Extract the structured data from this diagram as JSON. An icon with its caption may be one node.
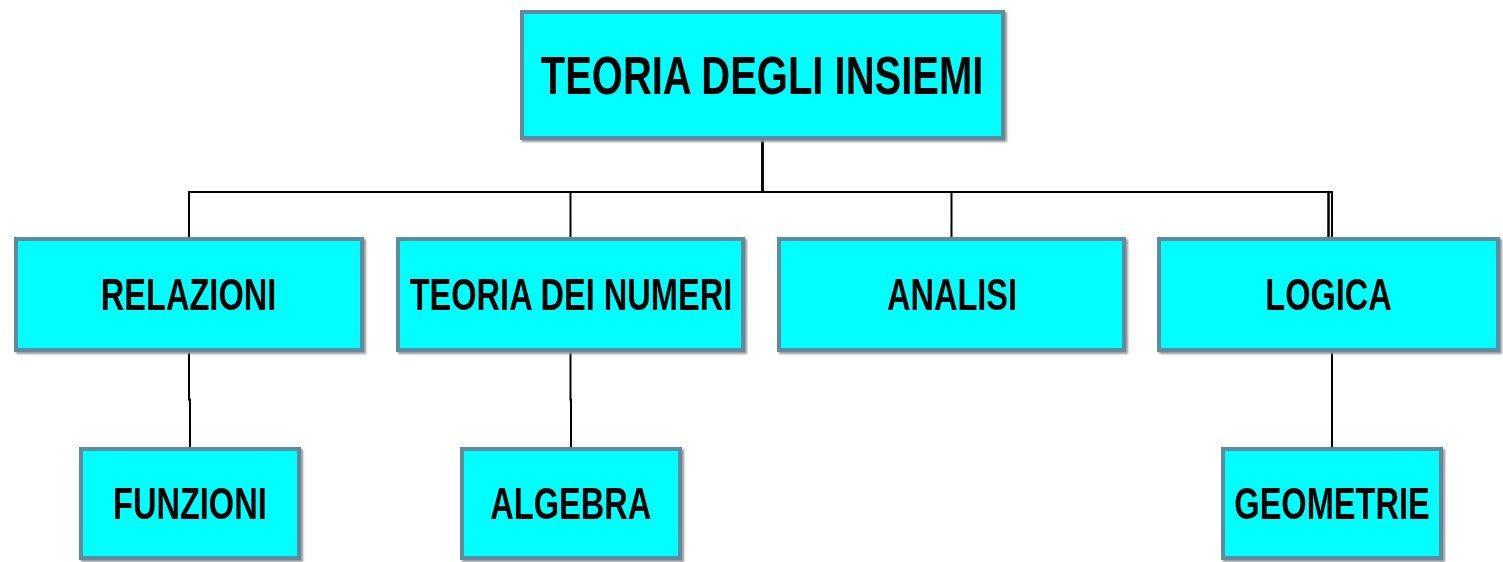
{
  "diagram": {
    "nodes": [
      {
        "text": [
          "TEORIA DEGLI INSIEMI"
        ]
      },
      {
        "text": [
          "RELAZIONI"
        ]
      },
      {
        "text": [
          "TEORIA DEI NUMERI"
        ]
      },
      {
        "text": [
          "ANALISI"
        ]
      },
      {
        "text": [
          "LOGICA"
        ]
      },
      {
        "text": [
          "FUNZIONI"
        ]
      },
      {
        "text": [
          "ALGEBRA"
        ]
      },
      {
        "text": [
          "GEOMETRIE"
        ]
      }
    ],
    "edges": [
      {
        "from": 0,
        "to": 1,
        "arrow": "none"
      },
      {
        "from": 0,
        "to": 2,
        "arrow": "none"
      },
      {
        "from": 0,
        "to": 3,
        "arrow": "none"
      },
      {
        "from": 0,
        "to": 4,
        "arrow": "none"
      },
      {
        "from": 1,
        "to": 5,
        "arrow": "none"
      },
      {
        "from": 2,
        "to": 6,
        "arrow": "none"
      },
      {
        "from": 4,
        "to": 7,
        "arrow": "none"
      }
    ]
  }
}
